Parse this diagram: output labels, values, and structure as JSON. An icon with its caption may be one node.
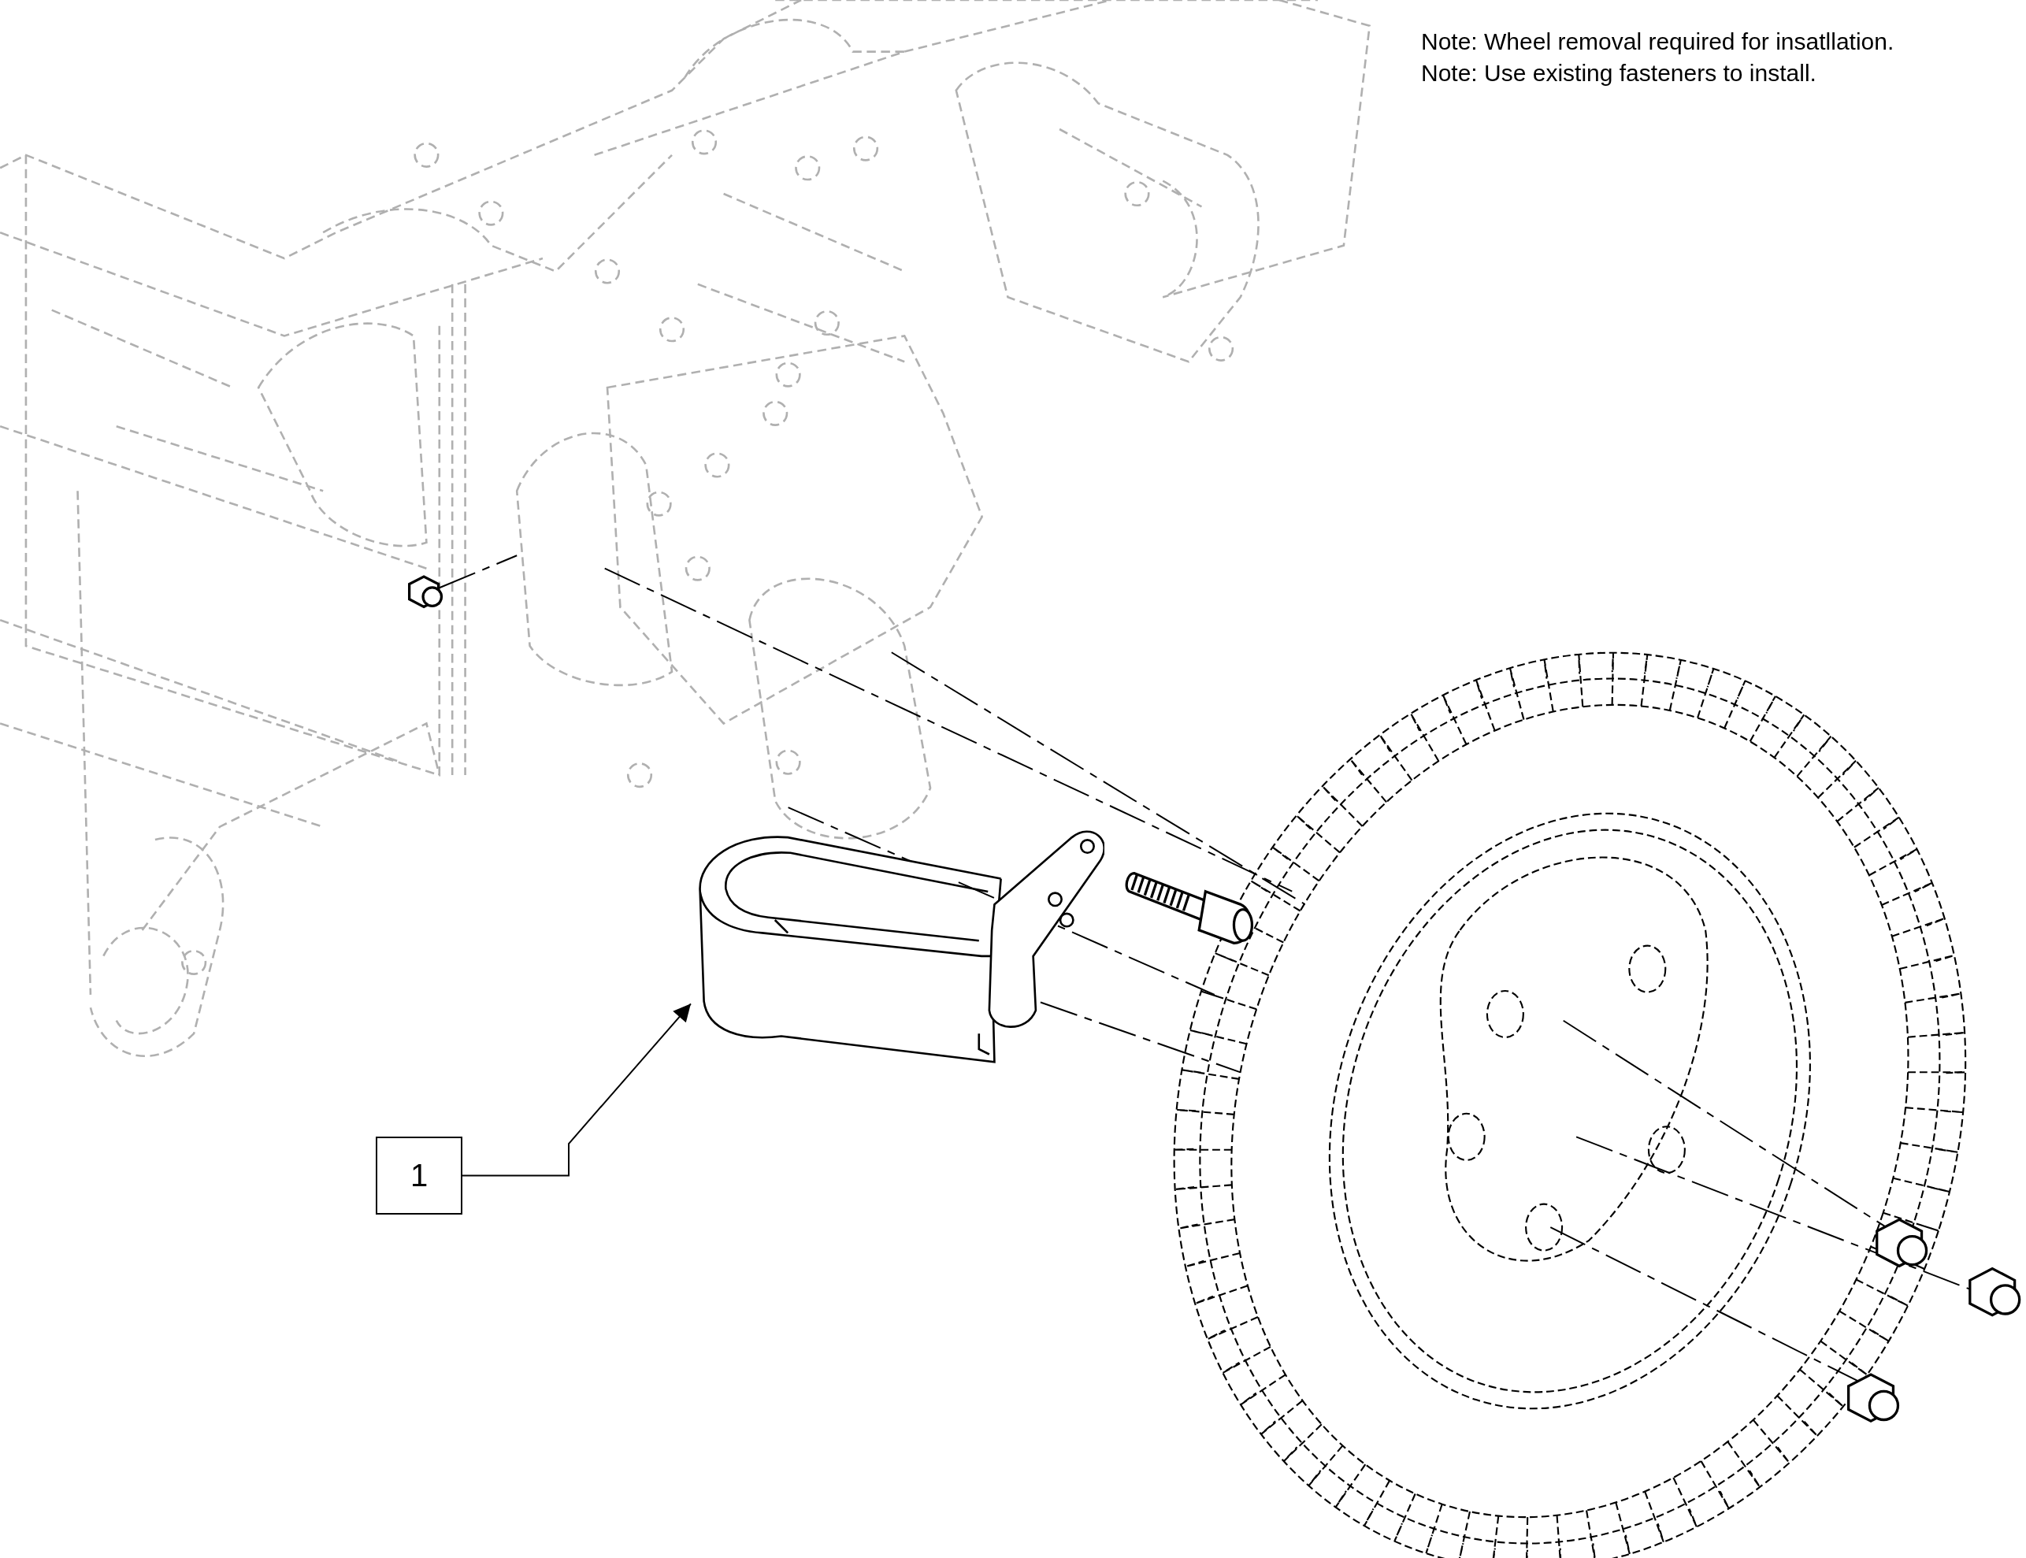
{
  "diagram": {
    "nodes": [
      {
        "text": [
          "1"
        ]
      },
      {
        "text": [],
        "shape": "picture"
      }
    ],
    "edges": [
      {
        "from": 0,
        "to": 1,
        "arrow": "to"
      }
    ],
    "labels": [
      "Note: Wheel removal required for insatllation.",
      "Note: Use existing fasteners to install."
    ]
  }
}
